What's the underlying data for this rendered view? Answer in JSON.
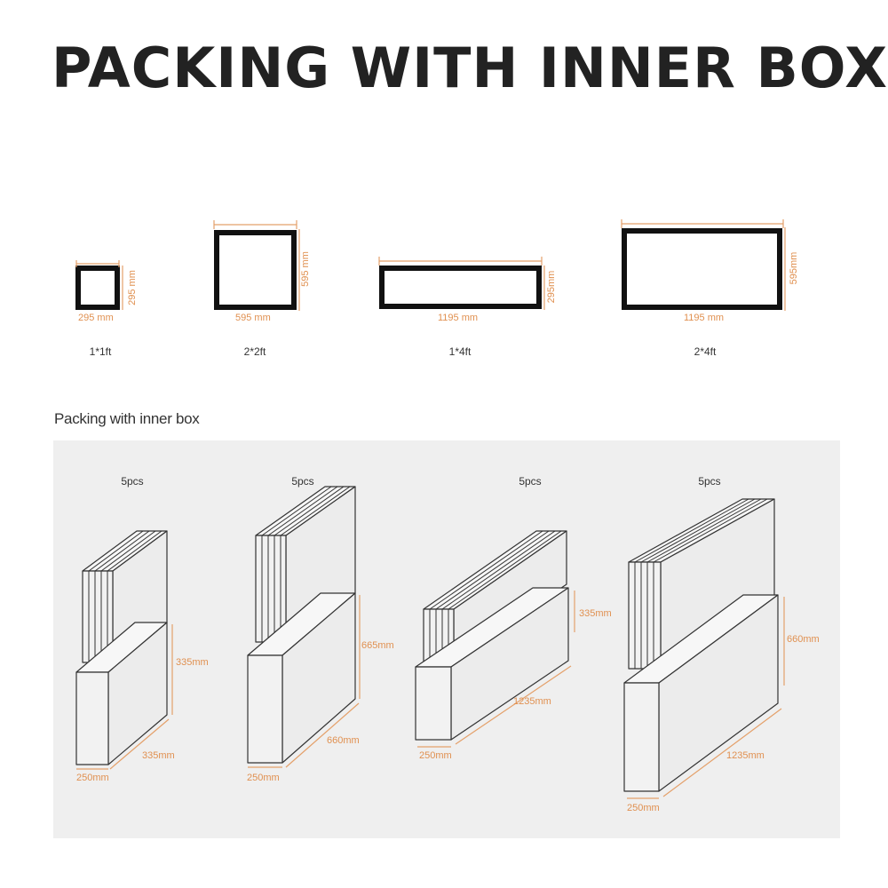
{
  "title": "PACKING WITH INNER BOX",
  "subtitle": "Packing with inner box",
  "panels": [
    {
      "size_label": "1*1ft",
      "width_label": "295 mm",
      "height_label": "295 mm"
    },
    {
      "size_label": "2*2ft",
      "width_label": "595 mm",
      "height_label": "595 mm"
    },
    {
      "size_label": "1*4ft",
      "width_label": "1195 mm",
      "height_label": "295mm"
    },
    {
      "size_label": "2*4ft",
      "width_label": "1195 mm",
      "height_label": "595mm"
    }
  ],
  "boxes": [
    {
      "pcs": "5pcs",
      "height": "335mm",
      "length": "335mm",
      "depth": "250mm"
    },
    {
      "pcs": "5pcs",
      "height": "665mm",
      "length": "660mm",
      "depth": "250mm"
    },
    {
      "pcs": "5pcs",
      "height": "335mm",
      "length": "1235mm",
      "depth": "250mm"
    },
    {
      "pcs": "5pcs",
      "height": "660mm",
      "length": "1235mm",
      "depth": "250mm"
    }
  ],
  "colors": {
    "dimension": "#e4a06a",
    "frame": "#111111",
    "box_background": "#efefef"
  }
}
